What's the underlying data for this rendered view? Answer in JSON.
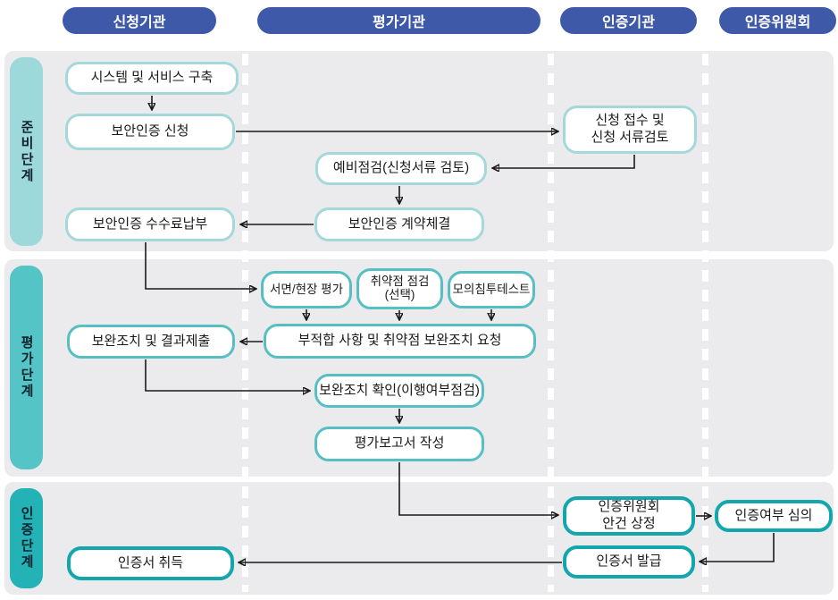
{
  "header": {
    "columns": [
      {
        "label": "신청기관"
      },
      {
        "label": "평가기관"
      },
      {
        "label": "인증기관"
      },
      {
        "label": "인증위원회"
      }
    ]
  },
  "stages": [
    {
      "label": "준비단계"
    },
    {
      "label": "평가단계"
    },
    {
      "label": "인증단계"
    }
  ],
  "nodes": {
    "build_system": "시스템 및 서비스 구축",
    "apply": "보안인증 신청",
    "fee": "보안인증 수수료납부",
    "receive": "신청 접수 및\n신청 서류검토",
    "precheck": "예비점검(신청서류 검토)",
    "contract": "보안인증 계약체결",
    "doc_eval": "서면/현장 평가",
    "vuln_check": "취약점 점검\n(선택)",
    "pentest": "모의침투테스트",
    "request_fix": "부적합 사항 및 취약점 보완조치 요청",
    "submit_fix": "보완조치 및 결과제출",
    "confirm_fix": "보완조치 확인(이행여부점검)",
    "report": "평가보고서 작성",
    "agenda": "인증위원회\n안건 상정",
    "review": "인증여부 심의",
    "issue": "인증서 발급",
    "obtain": "인증서 취득"
  },
  "colors": {
    "header_blue": "#3e59a7",
    "section_bg": "#ebebed",
    "stage1_bar": "#9dd8da",
    "stage2_bar": "#55c4c7",
    "stage3_bar": "#23b2b6",
    "border_stage1": "#a4d8da",
    "border_stage2": "#57bfc3",
    "border_stage3": "#13a7ad",
    "arrow": "#1a1a1a",
    "text": "#1a1a1a"
  }
}
